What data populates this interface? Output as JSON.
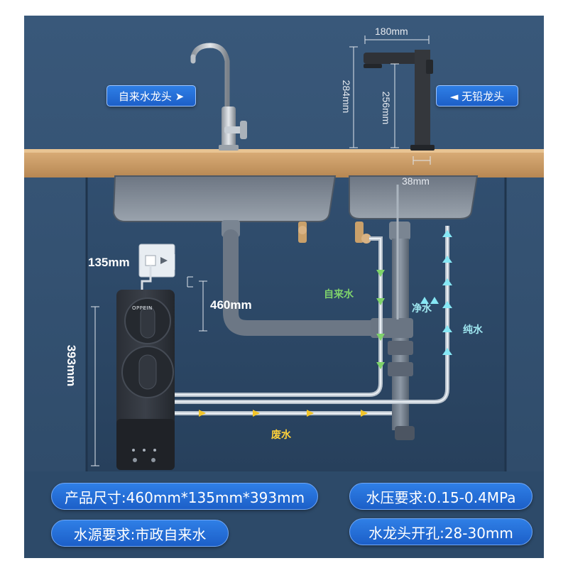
{
  "labels": {
    "tap_water_faucet": "自来水龙头 ➤",
    "lead_free_faucet": "◄ 无铅龙头"
  },
  "dimensions": {
    "faucet_width": "180mm",
    "faucet_total_height": "284mm",
    "faucet_spout_height": "256mm",
    "faucet_base": "38mm",
    "device_depth": "135mm",
    "device_width": "460mm",
    "device_height": "393mm"
  },
  "flows": {
    "tap_water": "自来水",
    "clean_water": "净水",
    "pure_water": "纯水",
    "waste_water": "废水"
  },
  "brand": "OPPEIN",
  "specs": {
    "size": "产品尺寸:460mm*135mm*393mm",
    "pressure": "水压要求:0.15-0.4MPa",
    "source": "水源要求:市政自来水",
    "hole": "水龙头开孔:28-30mm"
  },
  "colors": {
    "wall": "#33506e",
    "cabinet": "#2b4664",
    "countertop": "#c99a63",
    "pill": "#2a74de",
    "tap_flow": "#7fd36b",
    "pure_flow": "#86e7f5",
    "waste_flow": "#f2c52a"
  },
  "icons": [
    "faucet-icon",
    "lead-free-faucet-icon",
    "sink-icon",
    "power-socket-icon",
    "purifier-icon",
    "flow-arrow-icon"
  ]
}
